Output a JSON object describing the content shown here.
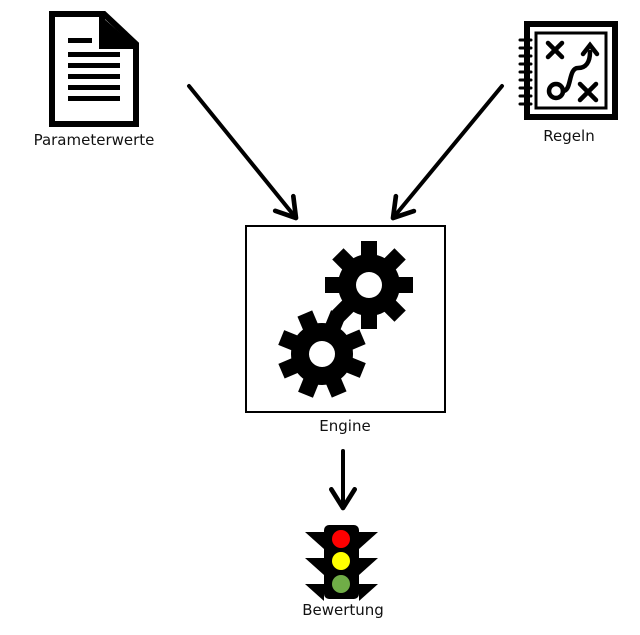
{
  "nodes": {
    "parameters": {
      "label": "Parameterwerte",
      "icon": "document-icon"
    },
    "rules": {
      "label": "Regeln",
      "icon": "strategy-notebook-icon"
    },
    "engine": {
      "label": "Engine",
      "icon": "gears-icon"
    },
    "rating": {
      "label": "Bewertung",
      "icon": "traffic-light-icon"
    }
  },
  "edges": [
    {
      "from": "parameters",
      "to": "engine"
    },
    {
      "from": "rules",
      "to": "engine"
    },
    {
      "from": "engine",
      "to": "rating"
    }
  ],
  "colors": {
    "ink": "#000000",
    "light_red": "#ff0000",
    "light_yellow": "#ffff00",
    "light_green": "#70ad47"
  }
}
